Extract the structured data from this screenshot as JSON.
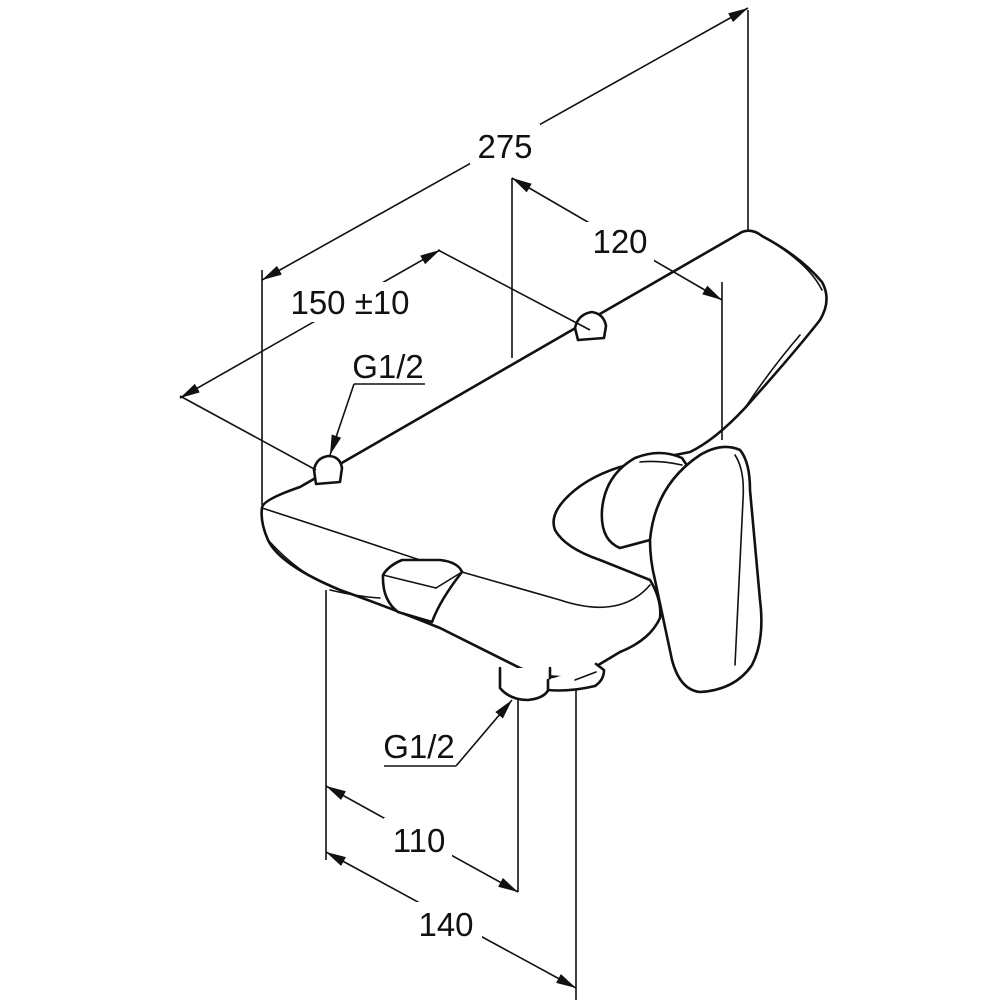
{
  "dimensions": {
    "total_length": "275",
    "depth_to_handle": "120",
    "inlet_spacing": "150 ±10",
    "top_thread": "G1/2",
    "bottom_thread": "G1/2",
    "wall_to_outlet": "110",
    "wall_to_outlet_rear": "140"
  },
  "colors": {
    "line": "#111111",
    "background": "#ffffff"
  }
}
